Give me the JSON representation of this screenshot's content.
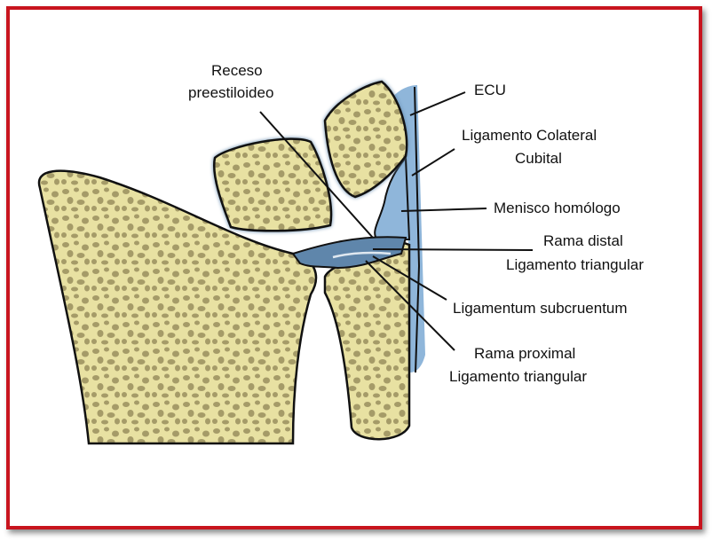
{
  "labels": {
    "receso_1": "Receso",
    "receso_2": "preestiloideo",
    "ecu": "ECU",
    "colateral_1": "Ligamento Colateral",
    "colateral_2": "Cubital",
    "menisco": "Menisco homólogo",
    "distal_1": "Rama distal",
    "distal_2": "Ligamento triangular",
    "subcruentum": "Ligamentum subcruentum",
    "proximal_1": "Rama proximal",
    "proximal_2": "Ligamento triangular"
  },
  "colors": {
    "border": "#c8141e",
    "bone": "#e8e1a2",
    "trabecula": "#a59b68",
    "soft_tissue": "#8fb6da",
    "ligament": "#5f86ab"
  }
}
